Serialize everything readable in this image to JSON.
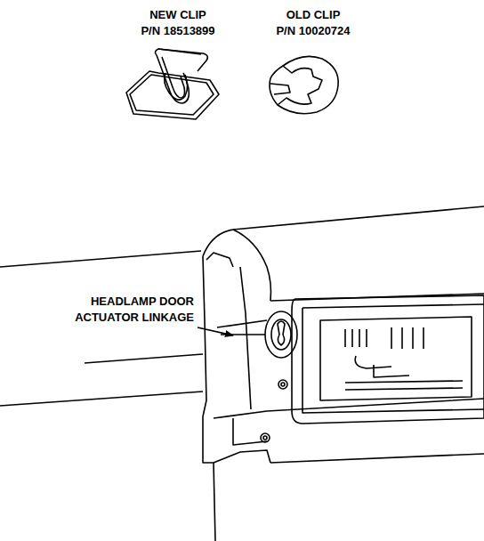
{
  "diagram": {
    "labels": [
      "NEW CLIP",
      "P/N 18513899",
      "OLD CLIP",
      "P/N 10020724",
      "HEADLAMP DOOR ACTUATOR LINKAGE"
    ]
  }
}
